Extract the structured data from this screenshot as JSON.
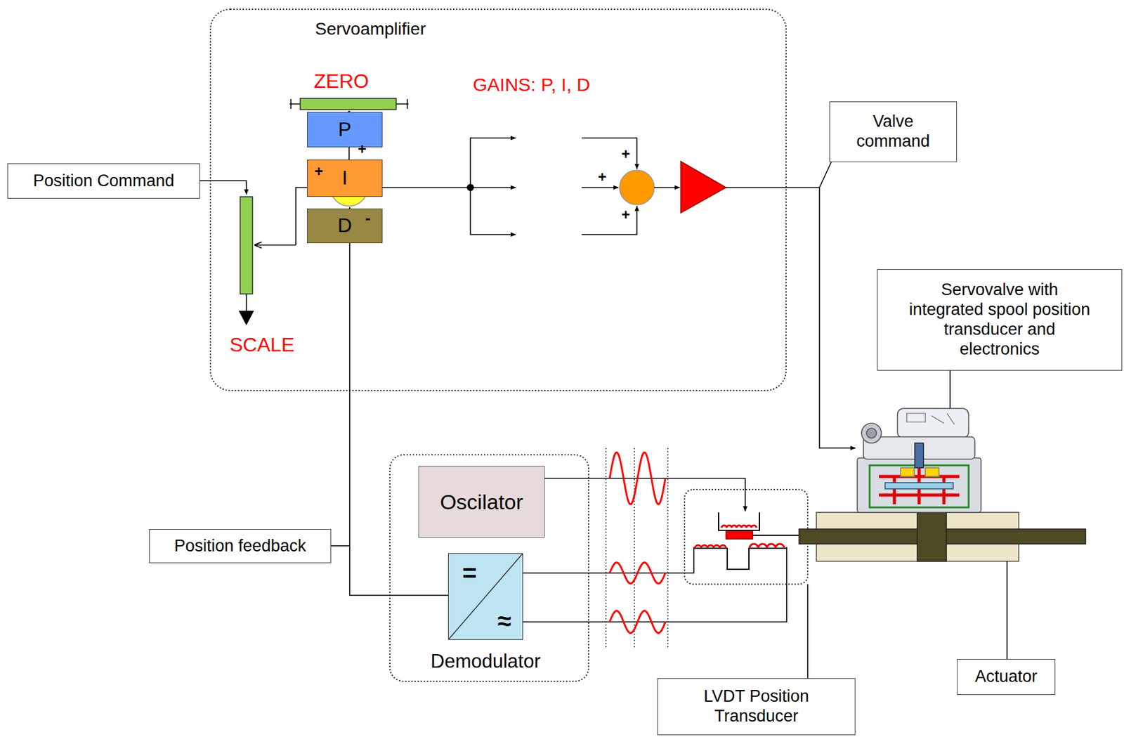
{
  "diagram": {
    "nodes": [
      {
        "text": [
          "Servoamplifier"
        ]
      },
      {
        "text": [
          "P"
        ],
        "in": 0
      },
      {
        "text": [
          "I"
        ],
        "in": 0
      },
      {
        "text": [
          "D"
        ],
        "in": 0
      },
      {
        "text": [
          "Position Command"
        ]
      },
      {
        "text": [
          "Valve command"
        ]
      },
      {
        "text": [
          "Servovalve with integrated spool position transducer and electronics"
        ]
      },
      {
        "text": [
          "Oscilator"
        ]
      },
      {
        "text": [
          "=",
          "≈",
          "Demodulator"
        ]
      },
      {
        "text": [
          "Position feedback"
        ]
      },
      {
        "text": [
          "LVDT Position Transducer"
        ]
      },
      {
        "text": [
          "Actuator"
        ]
      }
    ],
    "labels": [
      "ZERO",
      "GAINS: P, I, D",
      "SCALE",
      "+",
      "+",
      "-",
      "+",
      "+",
      "+"
    ]
  }
}
